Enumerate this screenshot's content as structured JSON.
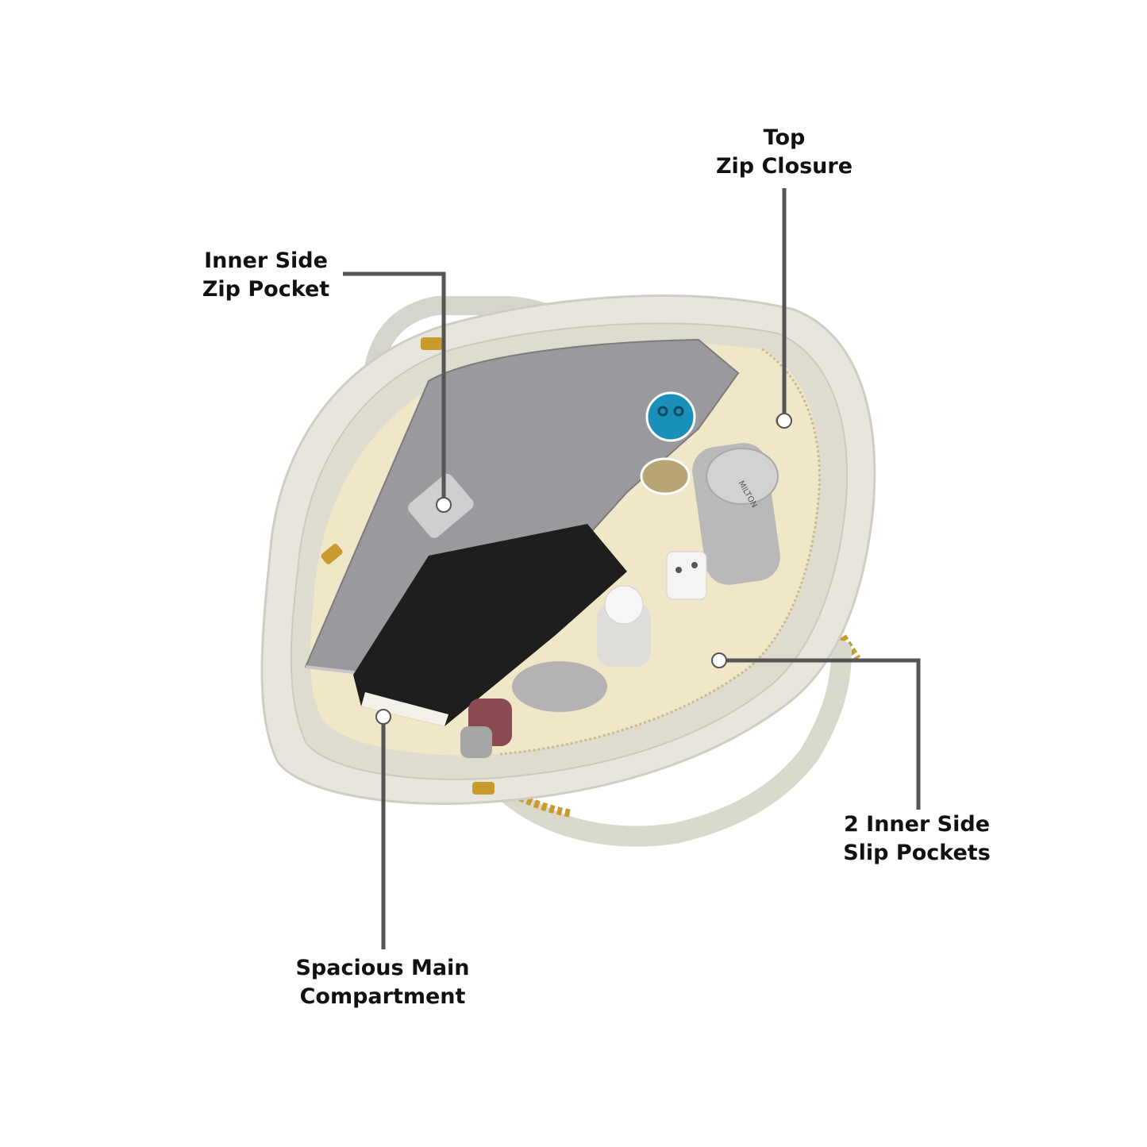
{
  "colors": {
    "background": "#ffffff",
    "label_text": "#111111",
    "leader_line": "#555555",
    "bag_shell": "#e8e6dc",
    "bag_lining": "#efe7c8",
    "hardware": "#c99a2e",
    "laptop": "#9a9a9e",
    "notebook": "#1e1e1e",
    "bottle": "#b9b9b9",
    "sticker_blue": "#1a8fb8"
  },
  "callouts": [
    {
      "id": "top-zip-closure",
      "lines": [
        "Top",
        "Zip Closure"
      ]
    },
    {
      "id": "inner-side-zip-pocket",
      "lines": [
        "Inner Side",
        "Zip Pocket"
      ]
    },
    {
      "id": "two-inner-side-slip-pockets",
      "lines": [
        "2 Inner Side",
        "Slip Pockets"
      ]
    },
    {
      "id": "spacious-main-compartment",
      "lines": [
        "Spacious Main",
        "Compartment"
      ]
    }
  ],
  "product": {
    "bottle_brand": "MILTON"
  },
  "icons": {
    "callout_marker": "white-dot-icon",
    "sticker": "smiley-face-icon"
  }
}
